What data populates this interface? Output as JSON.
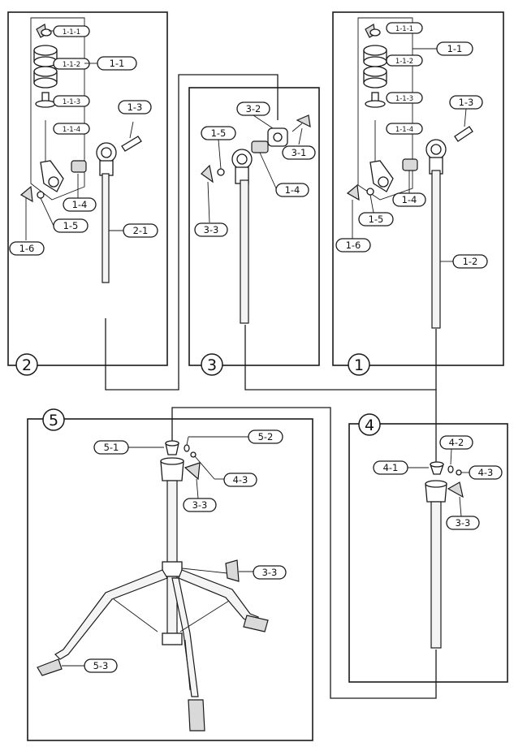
{
  "steps": [
    "1",
    "2",
    "3",
    "4",
    "5"
  ],
  "labels": {
    "s1_111": "1-1-1",
    "s1_112": "1-1-2",
    "s1_113": "1-1-3",
    "s1_114": "1-1-4",
    "s1_11": "1-1",
    "s1_13": "1-3",
    "s1_14": "1-4",
    "s1_15": "1-5",
    "s1_16": "1-6",
    "s1_12": "1-2",
    "s2_111": "1-1-1",
    "s2_112": "1-1-2",
    "s2_113": "1-1-3",
    "s2_114": "1-1-4",
    "s2_11": "1-1",
    "s2_13": "1-3",
    "s2_14": "1-4",
    "s2_15": "1-5",
    "s2_16": "1-6",
    "s2_21": "2-1",
    "s3_32": "3-2",
    "s3_31": "3-1",
    "s3_15": "1-5",
    "s3_14": "1-4",
    "s3_33": "3-3",
    "s4_42": "4-2",
    "s4_41": "4-1",
    "s4_43": "4-3",
    "s4_33": "3-3",
    "s5_52": "5-2",
    "s5_51": "5-1",
    "s5_43": "4-3",
    "s5_33a": "3-3",
    "s5_33b": "3-3",
    "s5_53": "5-3"
  }
}
